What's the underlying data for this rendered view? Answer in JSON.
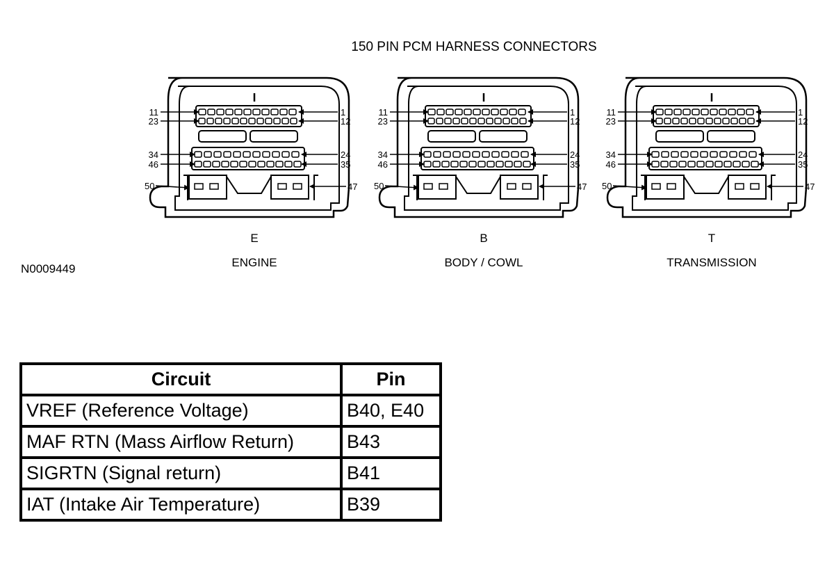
{
  "diagram": {
    "title": "150 PIN PCM HARNESS CONNECTORS",
    "figure_id": "N0009449",
    "pin_labels": {
      "row1_left": "11",
      "row1_right": "1",
      "row2_left": "23",
      "row2_right": "12",
      "row3_left": "34",
      "row3_right": "24",
      "row4_left": "46",
      "row4_right": "35",
      "bottom_left": "50",
      "bottom_right": "47"
    },
    "connectors": [
      {
        "letter": "E",
        "name": "ENGINE"
      },
      {
        "letter": "B",
        "name": "BODY / COWL"
      },
      {
        "letter": "T",
        "name": "TRANSMISSION"
      }
    ]
  },
  "table": {
    "headers": [
      "Circuit",
      "Pin"
    ],
    "rows": [
      {
        "circuit": "VREF (Reference Voltage)",
        "pin": "B40, E40"
      },
      {
        "circuit": "MAF RTN (Mass Airflow Return)",
        "pin": "B43"
      },
      {
        "circuit": "SIGRTN (Signal return)",
        "pin": "B41"
      },
      {
        "circuit": "IAT (Intake Air Temperature)",
        "pin": "B39"
      }
    ]
  }
}
